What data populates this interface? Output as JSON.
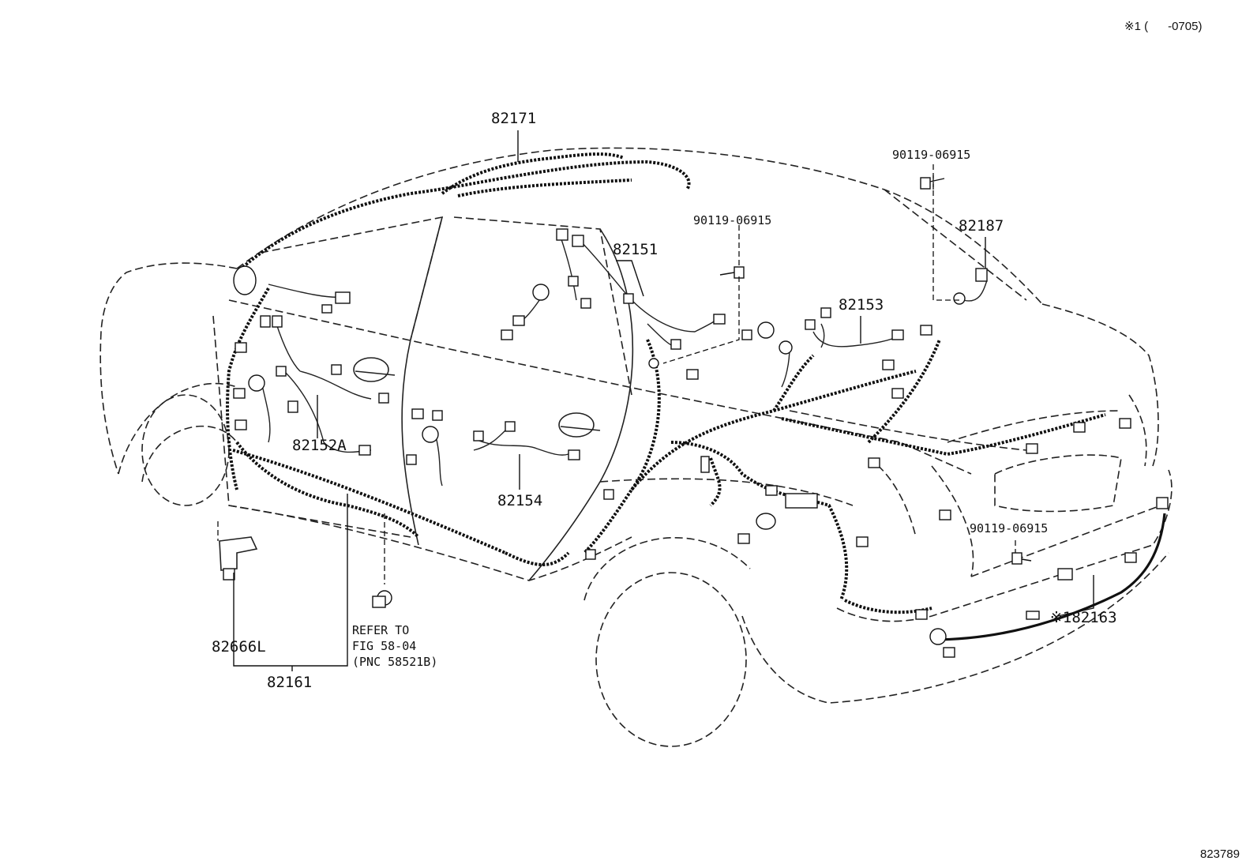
{
  "header": {
    "note": "※1 (      -0705)"
  },
  "footer": {
    "figure_code": "823789"
  },
  "parts": {
    "p82171": "82171",
    "p82151": "82151",
    "p82153": "82153",
    "p82187": "82187",
    "p82152A": "82152A",
    "p82154": "82154",
    "p82666L": "82666L",
    "p82161": "82161",
    "p82163": "※182163",
    "bolt_a": "90119-06915",
    "bolt_b": "90119-06915",
    "bolt_c": "90119-06915"
  },
  "reference": {
    "line1": "REFER TO",
    "line2": "FIG 58-04",
    "line3": "(PNC 58521B)"
  }
}
